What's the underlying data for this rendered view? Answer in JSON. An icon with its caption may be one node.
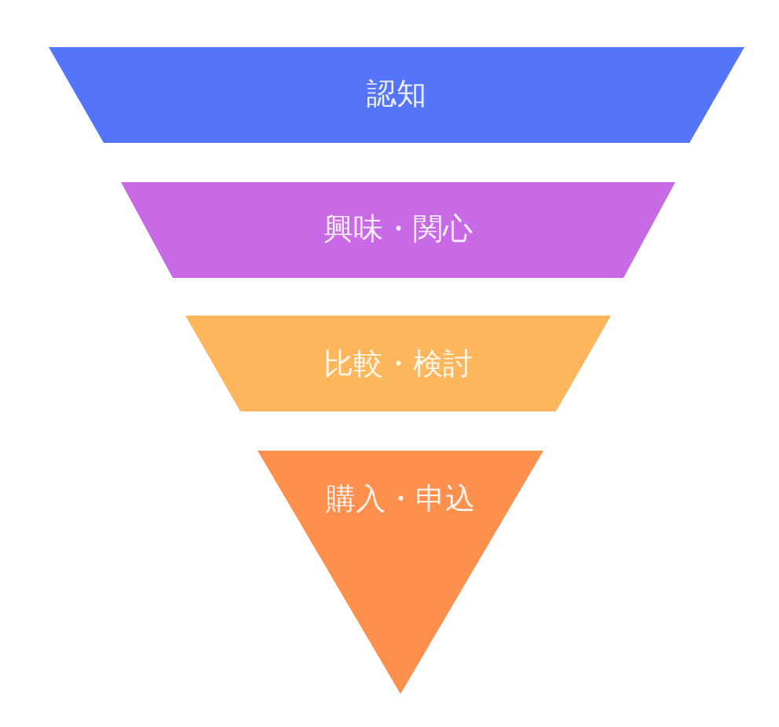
{
  "diagram": {
    "nodes": [
      {
        "text": [
          "認知"
        ]
      },
      {
        "text": [
          "興味・関心"
        ]
      },
      {
        "text": [
          "比較・検討"
        ]
      },
      {
        "text": [
          "購入・申込"
        ]
      }
    ]
  }
}
